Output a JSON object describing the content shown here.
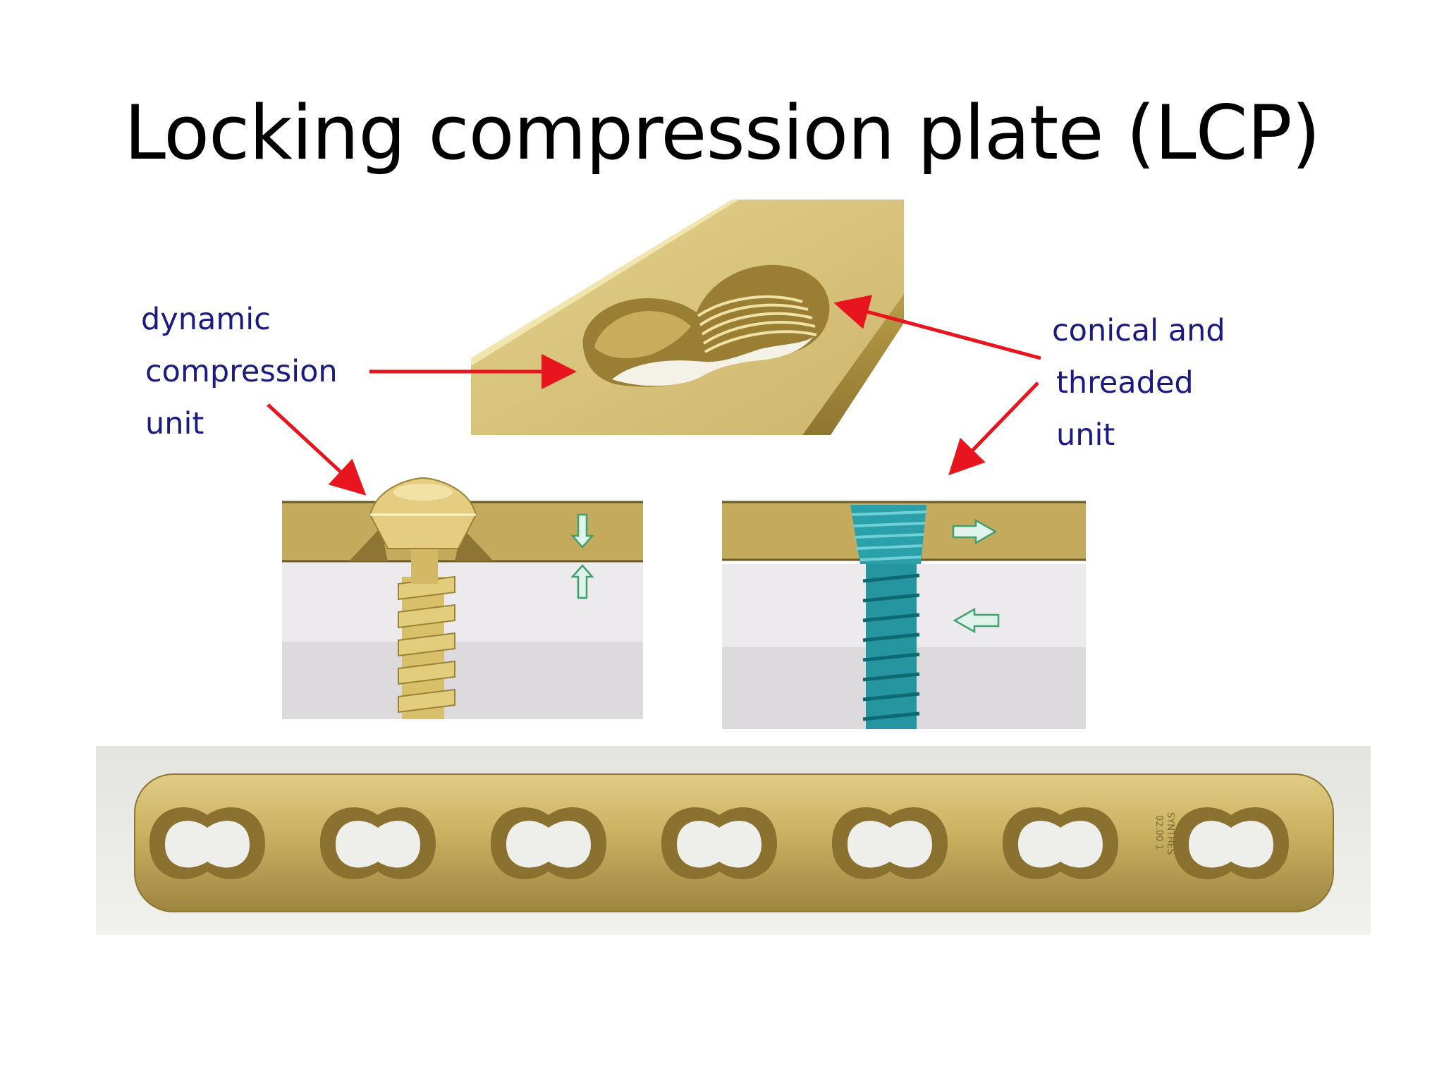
{
  "slide": {
    "title": "Locking compression plate (LCP)"
  },
  "labels": {
    "dynamic_compression_unit": [
      "dynamic",
      "compression",
      "unit"
    ],
    "conical_threaded_unit": [
      "conical and",
      "threaded",
      "unit"
    ]
  },
  "plate": {
    "hole_count": 7,
    "engraving": [
      "SYNTHES",
      "02.00 1"
    ]
  },
  "colors": {
    "title_text": "#000000",
    "label_text": "#1a1a80",
    "arrow": "#e8141e",
    "plate_gold": "#c8b060",
    "locking_screw": "#2aa0a8"
  }
}
